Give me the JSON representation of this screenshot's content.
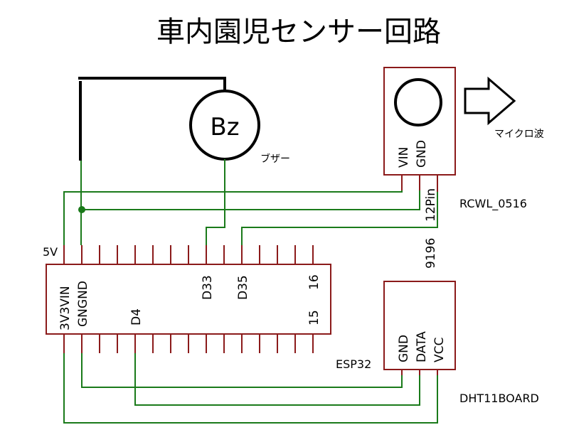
{
  "title": "車内園児センサー回路",
  "buzzer": {
    "symbol": "Bz",
    "label": "ブザー"
  },
  "radar": {
    "name": "RCWL_0516",
    "pins": [
      "VIN",
      "GND"
    ],
    "wire_label_1": "12Pin",
    "wire_label_2": "9196",
    "emission_label": "マイクロ波"
  },
  "esp32": {
    "name": "ESP32",
    "power_label": "5V",
    "pins_top": [
      "3V3VIN",
      "GNGND",
      "D33",
      "D35",
      "16"
    ],
    "pins_bottom": [
      "D4",
      "15"
    ]
  },
  "dht": {
    "name": "DHT11BOARD",
    "pins": [
      "GND",
      "DATA",
      "VCC"
    ]
  },
  "colors": {
    "wire": "#1a7a1a",
    "component": "#8b1a1a",
    "buzzer": "#000000"
  }
}
